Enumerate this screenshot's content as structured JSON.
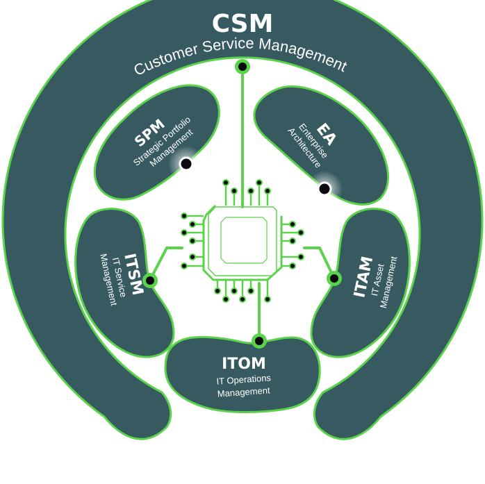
{
  "colors": {
    "shape_fill": "#365a60",
    "accent_green": "#5ad34a",
    "node_dot": "#0a0a10",
    "background": "#ffffff",
    "text": "#ffffff"
  },
  "outer_ring": {
    "abbr": "CSM",
    "name": "Customer Service Management"
  },
  "modules": [
    {
      "id": "spm",
      "abbr": "SPM",
      "line1": "Strategic Portfolio",
      "line2": "Management"
    },
    {
      "id": "ea",
      "abbr": "EA",
      "line1": "Enterprise",
      "line2": "Architecture"
    },
    {
      "id": "itsm",
      "abbr": "ITSM",
      "line1": "IT Service",
      "line2": "Management"
    },
    {
      "id": "itam",
      "abbr": "ITAM",
      "line1": "IT Asset",
      "line2": "Management"
    },
    {
      "id": "itom",
      "abbr": "ITOM",
      "line1": "IT Operations",
      "line2": "Management"
    }
  ],
  "center": {
    "icon": "cpu-chip-icon"
  }
}
